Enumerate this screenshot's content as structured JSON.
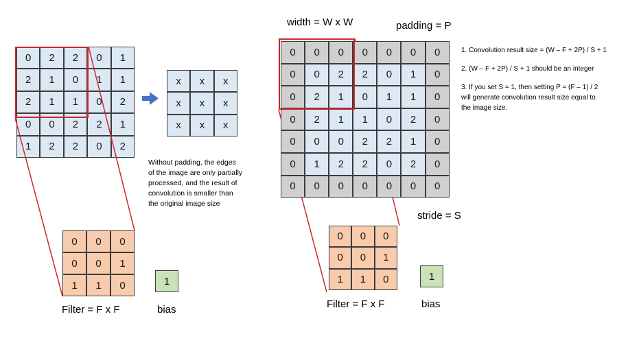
{
  "left": {
    "input": [
      [
        0,
        2,
        2,
        0,
        1
      ],
      [
        2,
        1,
        0,
        1,
        1
      ],
      [
        2,
        1,
        1,
        0,
        2
      ],
      [
        0,
        0,
        2,
        2,
        1
      ],
      [
        1,
        2,
        2,
        0,
        2
      ]
    ],
    "output": [
      [
        "x",
        "x",
        "x"
      ],
      [
        "x",
        "x",
        "x"
      ],
      [
        "x",
        "x",
        "x"
      ]
    ],
    "filter": [
      [
        0,
        0,
        0
      ],
      [
        0,
        0,
        1
      ],
      [
        1,
        1,
        0
      ]
    ],
    "bias": "1",
    "filter_label": "Filter = F x F",
    "bias_label": "bias",
    "note_lines": [
      "Without padding, the edges",
      "of the image are only partially",
      "processed, and the result of",
      "convolution is smaller than",
      "the original image size"
    ]
  },
  "right": {
    "width_label": "width = W x W",
    "padding_label": "padding = P",
    "stride_label": "stride = S",
    "padded": [
      [
        0,
        0,
        0,
        0,
        0,
        0,
        0
      ],
      [
        0,
        0,
        2,
        2,
        0,
        1,
        0
      ],
      [
        0,
        2,
        1,
        0,
        1,
        1,
        0
      ],
      [
        0,
        2,
        1,
        1,
        0,
        2,
        0
      ],
      [
        0,
        0,
        0,
        2,
        2,
        1,
        0
      ],
      [
        0,
        1,
        2,
        2,
        0,
        2,
        0
      ],
      [
        0,
        0,
        0,
        0,
        0,
        0,
        0
      ]
    ],
    "filter": [
      [
        0,
        0,
        0
      ],
      [
        0,
        0,
        1
      ],
      [
        1,
        1,
        0
      ]
    ],
    "bias": "1",
    "filter_label": "Filter = F x F",
    "bias_label": "bias",
    "notes": [
      "1. Convolution result size = (W – F + 2P) / S + 1",
      "2. (W – F + 2P) / S + 1 should be an integer",
      "3. If you set S = 1, then setting P = (F – 1) / 2",
      "will generate convolution result size equal to",
      "the image size."
    ]
  },
  "colors": {
    "accent_red": "#d0262c",
    "arrow_blue": "#4472c4",
    "cell_blue": "#dde8f5",
    "cell_gray": "#d0d0d0",
    "cell_orange": "#f8cbad",
    "cell_green": "#c9e2b8"
  }
}
